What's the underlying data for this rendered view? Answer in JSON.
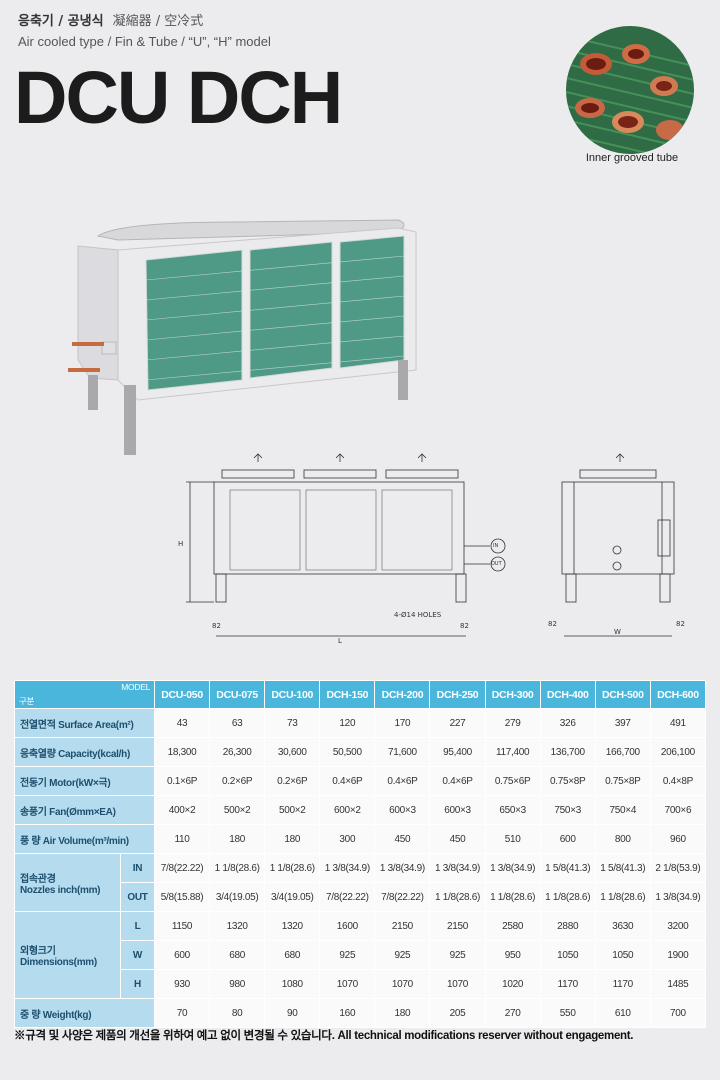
{
  "header": {
    "title_ko": "응축기 / 공냉식",
    "title_cjk": "凝縮器 / 空冷式",
    "subtitle": "Air cooled type / Fin & Tube / “U”, “H” model",
    "model": "DCU DCH"
  },
  "photo": {
    "caption": "Inner grooved tube"
  },
  "drawing": {
    "label_in": "IN",
    "label_out": "OUT",
    "holes": "4-Ø14 HOLES",
    "dim_h": "H",
    "dim_l": "L",
    "dim_w": "W",
    "dim_82": "82"
  },
  "table": {
    "corner_model": "MODEL",
    "corner_label": "구분",
    "models": [
      "DCU-050",
      "DCU-075",
      "DCU-100",
      "DCH-150",
      "DCH-200",
      "DCH-250",
      "DCH-300",
      "DCH-400",
      "DCH-500",
      "DCH-600"
    ],
    "rows": {
      "surface": {
        "label": "전열면적  Surface Area(m²)",
        "values": [
          "43",
          "63",
          "73",
          "120",
          "170",
          "227",
          "279",
          "326",
          "397",
          "491"
        ]
      },
      "capacity": {
        "label": "응축열량  Capacity(kcal/h)",
        "values": [
          "18,300",
          "26,300",
          "30,600",
          "50,500",
          "71,600",
          "95,400",
          "117,400",
          "136,700",
          "166,700",
          "206,100"
        ]
      },
      "motor": {
        "label": "전동기  Motor(kW×극)",
        "values": [
          "0.1×6P",
          "0.2×6P",
          "0.2×6P",
          "0.4×6P",
          "0.4×6P",
          "0.4×6P",
          "0.75×6P",
          "0.75×8P",
          "0.75×8P",
          "0.4×8P"
        ]
      },
      "fan": {
        "label": "송풍기  Fan(Ømm×EA)",
        "values": [
          "400×2",
          "500×2",
          "500×2",
          "600×2",
          "600×3",
          "600×3",
          "650×3",
          "750×3",
          "750×4",
          "700×6"
        ]
      },
      "air": {
        "label": "풍  량  Air Volume(m³/min)",
        "values": [
          "110",
          "180",
          "180",
          "300",
          "450",
          "450",
          "510",
          "600",
          "800",
          "960"
        ]
      },
      "nozzle": {
        "label_ko": "접속관경",
        "label_en": "Nozzles inch(mm)",
        "in": {
          "label": "IN",
          "values": [
            "7/8(22.22)",
            "1 1/8(28.6)",
            "1 1/8(28.6)",
            "1 3/8(34.9)",
            "1 3/8(34.9)",
            "1 3/8(34.9)",
            "1 3/8(34.9)",
            "1 5/8(41.3)",
            "1 5/8(41.3)",
            "2 1/8(53.9)"
          ]
        },
        "out": {
          "label": "OUT",
          "values": [
            "5/8(15.88)",
            "3/4(19.05)",
            "3/4(19.05)",
            "7/8(22.22)",
            "7/8(22.22)",
            "1 1/8(28.6)",
            "1 1/8(28.6)",
            "1 1/8(28.6)",
            "1 1/8(28.6)",
            "1 3/8(34.9)"
          ]
        }
      },
      "dims": {
        "label_ko": "외형크기",
        "label_en": "Dimensions(mm)",
        "l": {
          "label": "L",
          "values": [
            "1150",
            "1320",
            "1320",
            "1600",
            "2150",
            "2150",
            "2580",
            "2880",
            "3630",
            "3200"
          ]
        },
        "w": {
          "label": "W",
          "values": [
            "600",
            "680",
            "680",
            "925",
            "925",
            "925",
            "950",
            "1050",
            "1050",
            "1900"
          ]
        },
        "h": {
          "label": "H",
          "values": [
            "930",
            "980",
            "1080",
            "1070",
            "1070",
            "1070",
            "1020",
            "1170",
            "1170",
            "1485"
          ]
        }
      },
      "weight": {
        "label": "중  량  Weight(kg)",
        "values": [
          "70",
          "80",
          "90",
          "160",
          "180",
          "205",
          "270",
          "550",
          "610",
          "700"
        ]
      }
    }
  },
  "note": "※규격 및 사양은 제품의 개선을 위하여 예고 없이 변경될 수 있습니다. All technical modifications reserver without engagement.",
  "colors": {
    "header": "#4ab6dc",
    "label": "#b5dcee",
    "background": "#ececee"
  }
}
